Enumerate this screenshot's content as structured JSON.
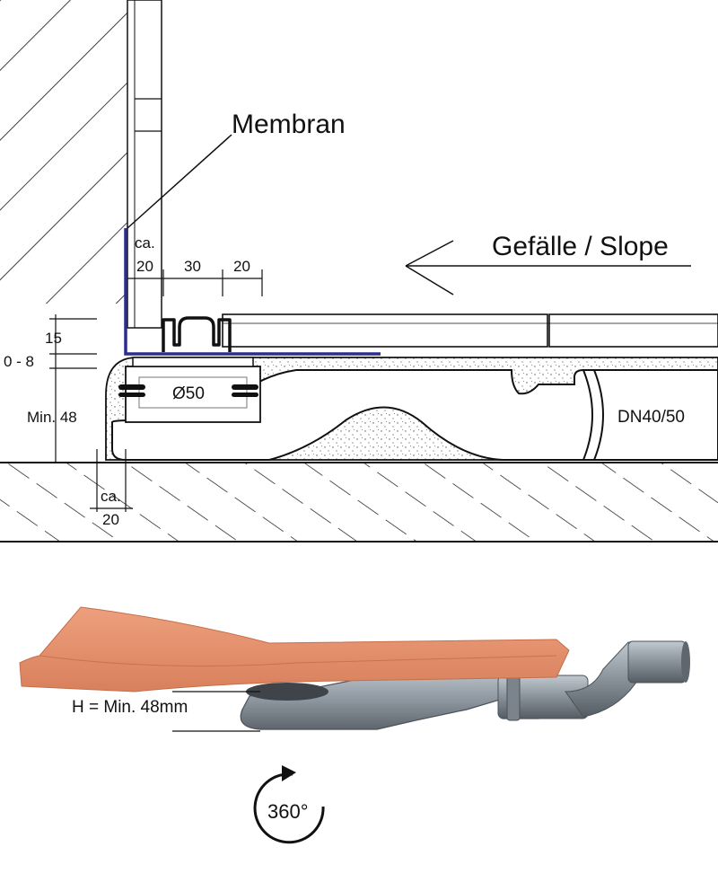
{
  "section": {
    "membrane_label": "Membran",
    "slope_label": "Gefälle / Slope",
    "pipe_label": "DN40/50",
    "outlet_label": "Ø50",
    "dims": {
      "ca_top": "ca.",
      "ca_top_value": "20",
      "width_30": "30",
      "width_20": "20",
      "height_15": "15",
      "range_0_8": "0 - 8",
      "min_48": "Min. 48",
      "ca_bottom": "ca.",
      "ca_bottom_value": "20"
    },
    "colors": {
      "membrane": "#2a2f8f",
      "hatch": "#111111",
      "screed_dots": "#555555"
    }
  },
  "photo": {
    "height_label": "H = Min. 48mm",
    "rotation_label": "360°",
    "colors": {
      "membrane_sheet": "#e3926f",
      "drain_body": "#8a939c",
      "drain_dark": "#5f666d"
    }
  }
}
